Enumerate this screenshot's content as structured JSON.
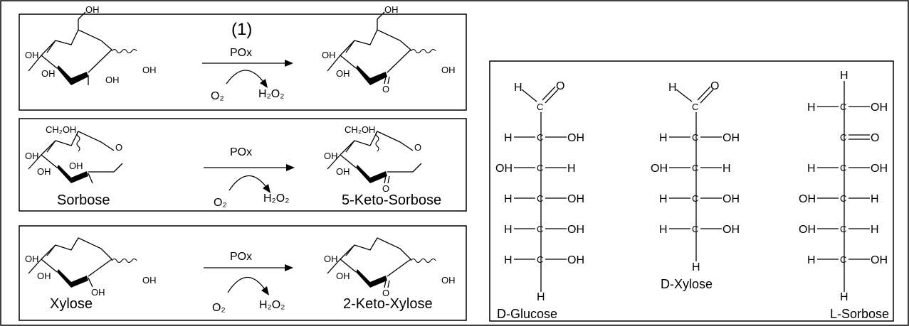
{
  "reactions": {
    "r1": {
      "number": "(1)",
      "enzyme": "POx",
      "substrate_labels": [
        "OH",
        "OH",
        "OH",
        "OH",
        "OH"
      ],
      "product_labels": [
        "OH",
        "OH",
        "OH",
        "OH",
        "O"
      ]
    },
    "r2": {
      "enzyme": "POx",
      "substrate_name": "Sorbose",
      "product_name": "5-Keto-Sorbose",
      "ch2oh": "CH₂OH",
      "substrate_labels": [
        "OH",
        "OH",
        "OH",
        "O"
      ],
      "product_labels": [
        "OH",
        "OH",
        "O",
        "O"
      ]
    },
    "r3": {
      "enzyme": "POx",
      "substrate_name": "Xylose",
      "product_name": "2-Keto-Xylose",
      "substrate_labels": [
        "OH",
        "OH",
        "OH",
        "OH"
      ],
      "product_labels": [
        "OH",
        "OH",
        "O",
        "OH"
      ]
    },
    "o2": "O₂",
    "h2o2": "H₂O₂"
  },
  "fischer": {
    "glucose": {
      "name": "D-Glucose",
      "top_h": "H",
      "top_o": "O",
      "c": "C",
      "rows": [
        [
          "H",
          "OH"
        ],
        [
          "OH",
          "H"
        ],
        [
          "H",
          "OH"
        ],
        [
          "H",
          "OH"
        ],
        [
          "H",
          "OH"
        ]
      ],
      "bottom": "H"
    },
    "xylose": {
      "name": "D-Xylose",
      "top_h": "H",
      "top_o": "O",
      "c": "C",
      "rows": [
        [
          "H",
          "OH"
        ],
        [
          "OH",
          "H"
        ],
        [
          "H",
          "OH"
        ],
        [
          "H",
          "OH"
        ]
      ],
      "bottom": "H"
    },
    "sorbose": {
      "name": "L-Sorbose",
      "top": "H",
      "c": "C",
      "row1": [
        "H",
        "OH"
      ],
      "keto_o": "O",
      "rows": [
        [
          "H",
          "OH"
        ],
        [
          "OH",
          "H"
        ],
        [
          "OH",
          "H"
        ],
        [
          "H",
          "OH"
        ]
      ],
      "bottom": "H"
    }
  }
}
